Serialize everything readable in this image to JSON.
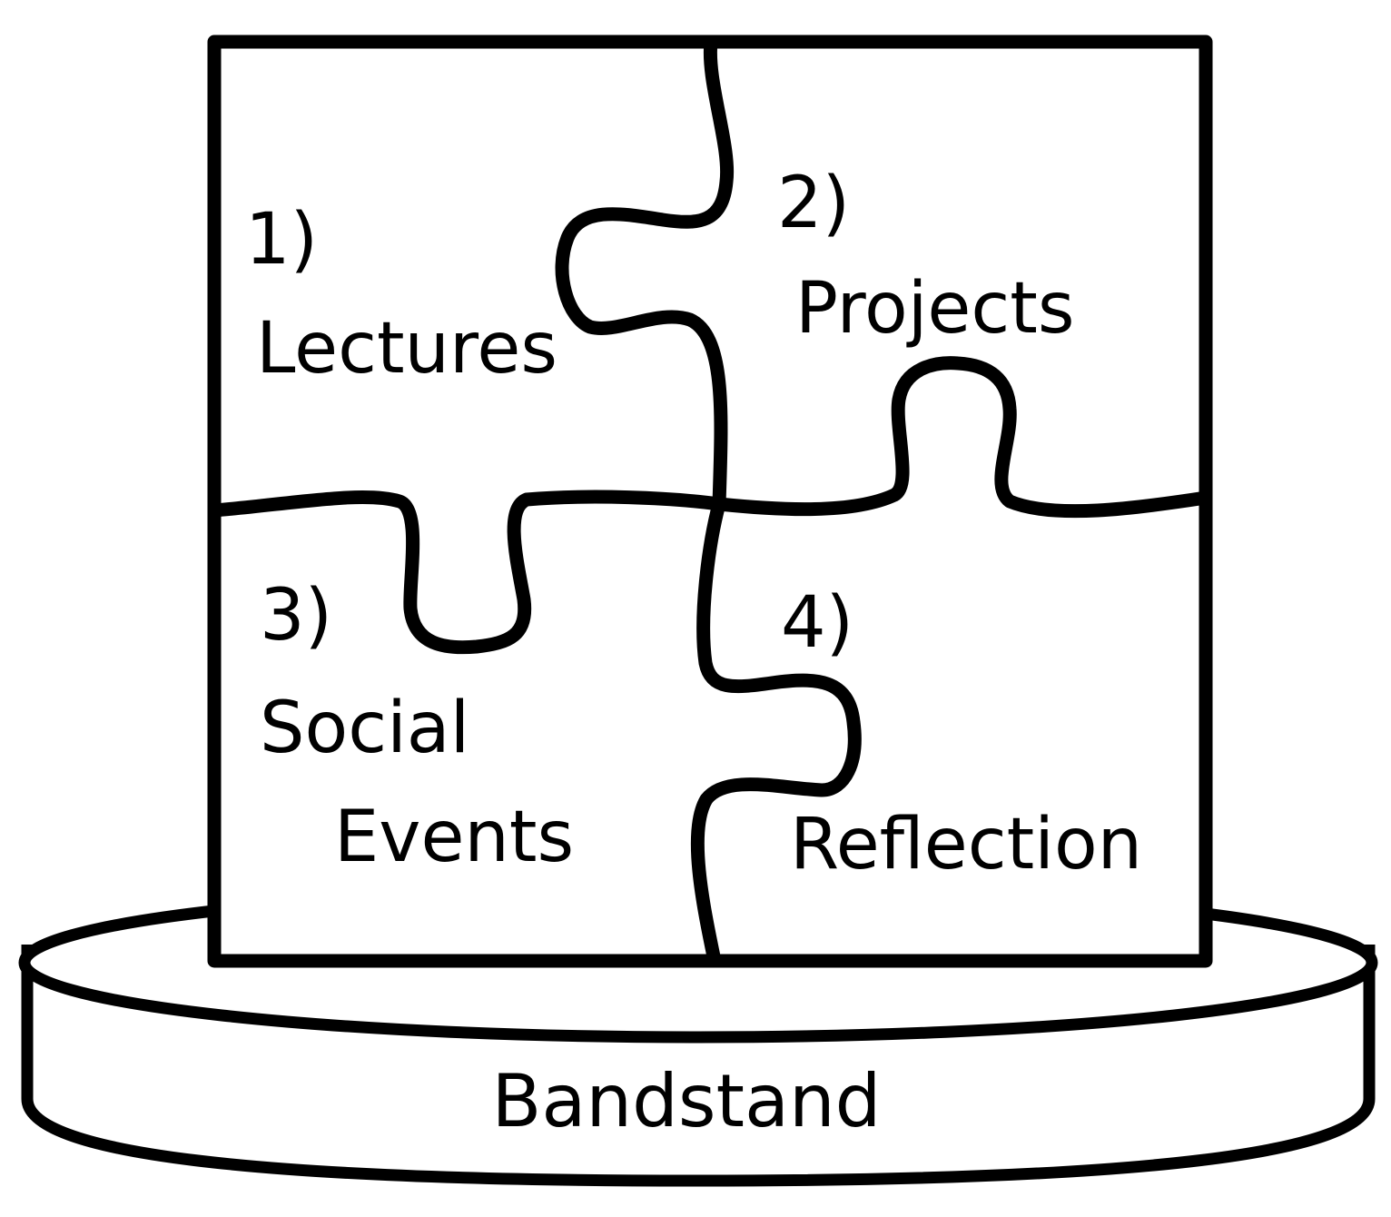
{
  "pieces": [
    {
      "number": "1)",
      "lines": [
        "Lectures"
      ]
    },
    {
      "number": "2)",
      "lines": [
        "Projects"
      ]
    },
    {
      "number": "3)",
      "lines": [
        "Social",
        "Events"
      ]
    },
    {
      "number": "4)",
      "lines": [
        "Reflection"
      ]
    }
  ],
  "base": {
    "label": "Bandstand"
  },
  "colors": {
    "stroke": "#000000",
    "background": "#ffffff"
  }
}
